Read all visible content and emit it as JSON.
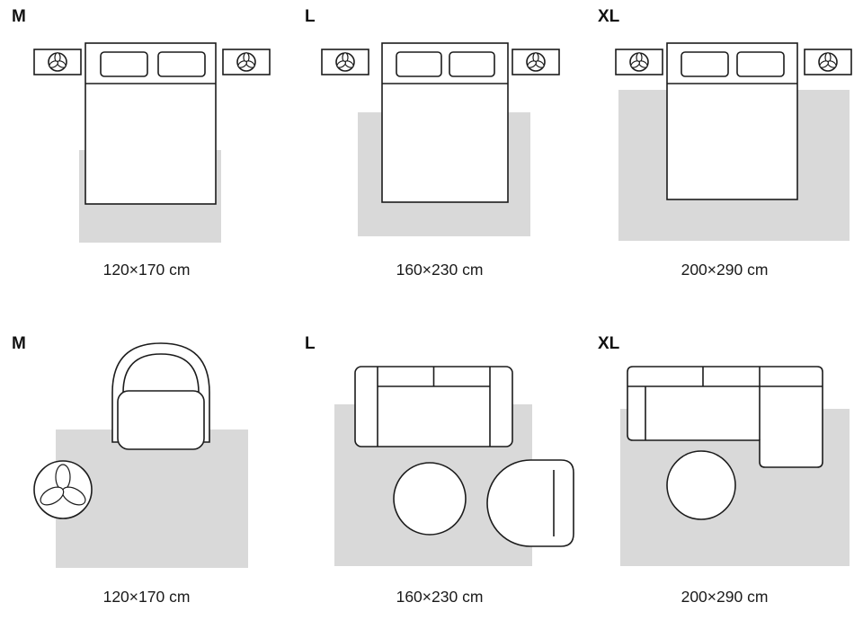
{
  "colors": {
    "rug": "#d9d9d9",
    "outline": "#1c1c1c",
    "text": "#111111",
    "background": "#ffffff"
  },
  "icons": {
    "plant": "plant-icon"
  },
  "rows": [
    {
      "scene": "bedroom",
      "panels": [
        {
          "label": "M",
          "caption": "120×170 cm"
        },
        {
          "label": "L",
          "caption": "160×230 cm"
        },
        {
          "label": "XL",
          "caption": "200×290 cm"
        }
      ]
    },
    {
      "scene": "living-room",
      "panels": [
        {
          "label": "M",
          "caption": "120×170 cm"
        },
        {
          "label": "L",
          "caption": "160×230 cm"
        },
        {
          "label": "XL",
          "caption": "200×290 cm"
        }
      ]
    }
  ]
}
